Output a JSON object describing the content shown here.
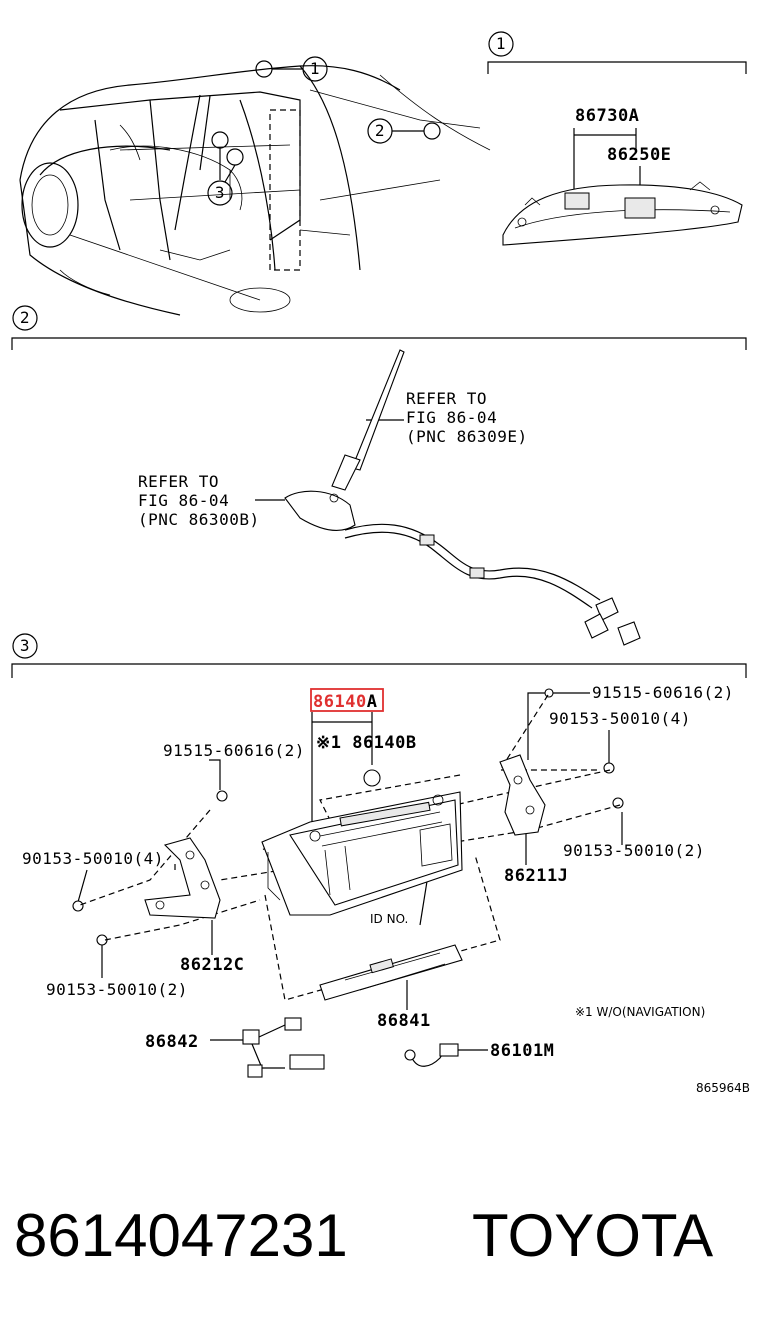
{
  "sections": [
    {
      "marker": "1"
    },
    {
      "marker": "2"
    },
    {
      "marker": "3"
    }
  ],
  "overview_callouts": [
    "1",
    "2",
    "3"
  ],
  "section1": {
    "labels": [
      "86730A",
      "86250E"
    ]
  },
  "section2": {
    "refer_right": [
      "REFER TO",
      "FIG 86-04",
      "(PNC 86309E)"
    ],
    "refer_left": [
      "REFER TO",
      "FIG 86-04",
      "(PNC 86300B)"
    ]
  },
  "section3": {
    "highlight_part": {
      "code": "86140",
      "suffix": "A",
      "highlight_color": "#e03030"
    },
    "labels": {
      "p86140B": "※1 86140B",
      "bolt_tr": "91515-60616(2)",
      "screw_tr": "90153-50010(4)",
      "bolt_tl": "91515-60616(2)",
      "screw_ml": "90153-50010(4)",
      "screw_mr": "90153-50010(2)",
      "p86211J": "86211J",
      "id_no": "ID NO.",
      "p86212C": "86212C",
      "screw_bl": "90153-50010(2)",
      "p86841": "86841",
      "note": "※1 W/O(NAVIGATION)",
      "p86842": "86842",
      "p86101M": "86101M",
      "fig_code": "865964B"
    }
  },
  "footer": {
    "part_number": "8614047231",
    "brand": "TOYOTA"
  }
}
